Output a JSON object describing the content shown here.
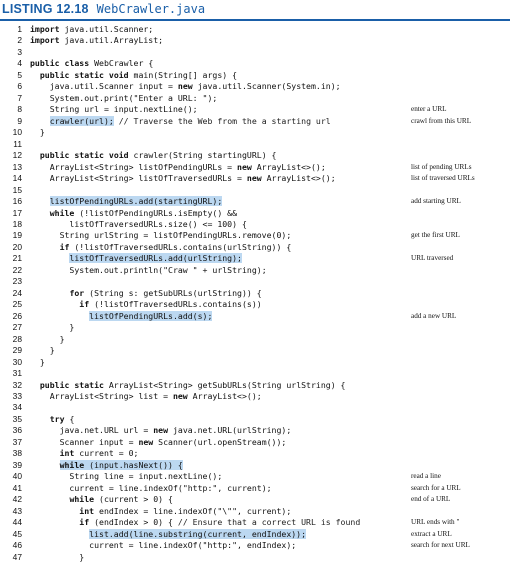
{
  "listing": {
    "label": "LISTING 12.18",
    "filename": "WebCrawler.java"
  },
  "lines": [
    {
      "n": "1",
      "code": "import java.util.Scanner;",
      "hl": false,
      "note": ""
    },
    {
      "n": "2",
      "code": "import java.util.ArrayList;",
      "hl": false,
      "note": ""
    },
    {
      "n": "3",
      "code": "",
      "hl": false,
      "note": ""
    },
    {
      "n": "4",
      "code": "public class WebCrawler {",
      "hl": false,
      "note": ""
    },
    {
      "n": "5",
      "code": "  public static void main(String[] args) {",
      "hl": false,
      "note": ""
    },
    {
      "n": "6",
      "code": "    java.util.Scanner input = new java.util.Scanner(System.in);",
      "hl": false,
      "note": ""
    },
    {
      "n": "7",
      "code": "    System.out.print(\"Enter a URL: \");",
      "hl": false,
      "note": ""
    },
    {
      "n": "8",
      "code": "    String url = input.nextLine();",
      "hl": false,
      "note": "enter a URL"
    },
    {
      "n": "9",
      "code": "    crawler(url); // Traverse the Web from the a starting url",
      "hl": true,
      "hlText": "crawler(url);",
      "note": "crawl from this URL"
    },
    {
      "n": "10",
      "code": "  }",
      "hl": false,
      "note": ""
    },
    {
      "n": "11",
      "code": "",
      "hl": false,
      "note": ""
    },
    {
      "n": "12",
      "code": "  public static void crawler(String startingURL) {",
      "hl": false,
      "note": ""
    },
    {
      "n": "13",
      "code": "    ArrayList<String> listOfPendingURLs = new ArrayList<>();",
      "hl": false,
      "note": "list of pending URLs"
    },
    {
      "n": "14",
      "code": "    ArrayList<String> listOfTraversedURLs = new ArrayList<>();",
      "hl": false,
      "note": "list of traversed URLs"
    },
    {
      "n": "15",
      "code": "",
      "hl": false,
      "note": ""
    },
    {
      "n": "16",
      "code": "    listOfPendingURLs.add(startingURL);",
      "hl": true,
      "hlText": "listOfPendingURLs.add(startingURL);",
      "note": "add starting URL"
    },
    {
      "n": "17",
      "code": "    while (!listOfPendingURLs.isEmpty() &&",
      "hl": false,
      "note": ""
    },
    {
      "n": "18",
      "code": "        listOfTraversedURLs.size() <= 100) {",
      "hl": false,
      "note": ""
    },
    {
      "n": "19",
      "code": "      String urlString = listOfPendingURLs.remove(0);",
      "hl": false,
      "note": "get the first URL"
    },
    {
      "n": "20",
      "code": "      if (!listOfTraversedURLs.contains(urlString)) {",
      "hl": false,
      "note": ""
    },
    {
      "n": "21",
      "code": "        listOfTraversedURLs.add(urlString);",
      "hl": true,
      "hlText": "listOfTraversedURLs.add(urlString);",
      "note": "URL traversed"
    },
    {
      "n": "22",
      "code": "        System.out.println(\"Craw \" + urlString);",
      "hl": false,
      "note": ""
    },
    {
      "n": "23",
      "code": "",
      "hl": false,
      "note": ""
    },
    {
      "n": "24",
      "code": "        for (String s: getSubURLs(urlString)) {",
      "hl": false,
      "note": ""
    },
    {
      "n": "25",
      "code": "          if (!listOfTraversedURLs.contains(s))",
      "hl": false,
      "note": ""
    },
    {
      "n": "26",
      "code": "            listOfPendingURLs.add(s);",
      "hl": true,
      "hlText": "listOfPendingURLs.add(s);",
      "note": "add a new URL"
    },
    {
      "n": "27",
      "code": "        }",
      "hl": false,
      "note": ""
    },
    {
      "n": "28",
      "code": "      }",
      "hl": false,
      "note": ""
    },
    {
      "n": "29",
      "code": "    }",
      "hl": false,
      "note": ""
    },
    {
      "n": "30",
      "code": "  }",
      "hl": false,
      "note": ""
    },
    {
      "n": "31",
      "code": "",
      "hl": false,
      "note": ""
    },
    {
      "n": "32",
      "code": "  public static ArrayList<String> getSubURLs(String urlString) {",
      "hl": false,
      "note": ""
    },
    {
      "n": "33",
      "code": "    ArrayList<String> list = new ArrayList<>();",
      "hl": false,
      "note": ""
    },
    {
      "n": "34",
      "code": "",
      "hl": false,
      "note": ""
    },
    {
      "n": "35",
      "code": "    try {",
      "hl": false,
      "note": ""
    },
    {
      "n": "36",
      "code": "      java.net.URL url = new java.net.URL(urlString);",
      "hl": false,
      "note": ""
    },
    {
      "n": "37",
      "code": "      Scanner input = new Scanner(url.openStream());",
      "hl": false,
      "note": ""
    },
    {
      "n": "38",
      "code": "      int current = 0;",
      "hl": false,
      "note": ""
    },
    {
      "n": "39",
      "code": "      while (input.hasNext()) {",
      "hl": true,
      "hlText": "while (input.hasNext()) {",
      "note": ""
    },
    {
      "n": "40",
      "code": "        String line = input.nextLine();",
      "hl": false,
      "note": "read a line"
    },
    {
      "n": "41",
      "code": "        current = line.indexOf(\"http:\", current);",
      "hl": false,
      "note": "search for a URL"
    },
    {
      "n": "42",
      "code": "        while (current > 0) {",
      "hl": false,
      "note": "end of a URL"
    },
    {
      "n": "43",
      "code": "          int endIndex = line.indexOf(\"\\\"\", current);",
      "hl": false,
      "note": ""
    },
    {
      "n": "44",
      "code": "          if (endIndex > 0) { // Ensure that a correct URL is found",
      "hl": false,
      "note": "URL ends with \""
    },
    {
      "n": "45",
      "code": "            list.add(line.substring(current, endIndex));",
      "hl": true,
      "hlText": "list.add(line.substring(current, endIndex));",
      "note": "extract a URL"
    },
    {
      "n": "46",
      "code": "            current = line.indexOf(\"http:\", endIndex);",
      "hl": false,
      "note": "search for next URL"
    },
    {
      "n": "47",
      "code": "          }",
      "hl": false,
      "note": ""
    }
  ]
}
